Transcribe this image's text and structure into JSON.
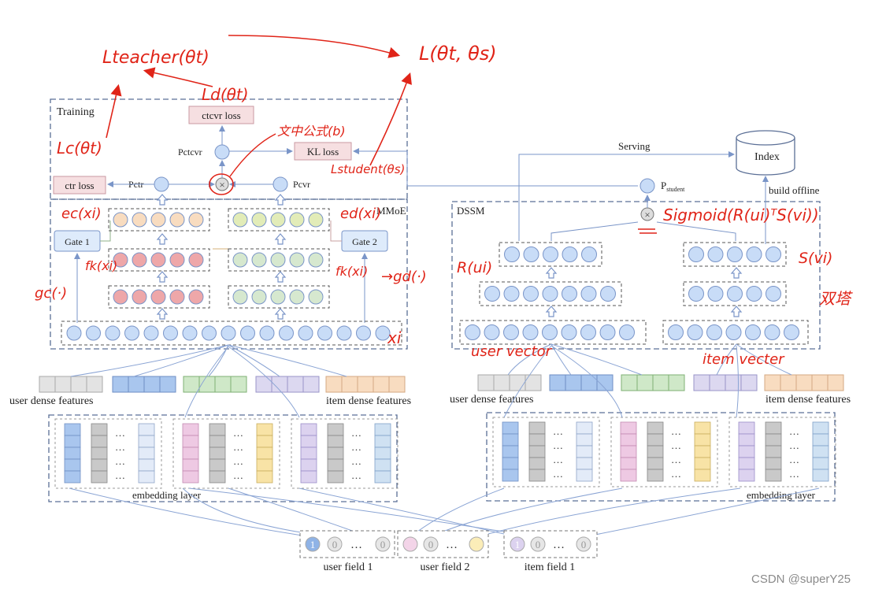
{
  "teacher": {
    "region_label": "Training",
    "mmoe_label": "MMoE",
    "ctcvr_loss": "ctcvr loss",
    "kl_loss": "KL loss",
    "ctr_loss": "ctr loss",
    "pctcvr": "Pctcvr",
    "pctr": "Pctr",
    "pcvr": "Pcvr",
    "gate1": "Gate 1",
    "gate2": "Gate 2",
    "user_dense": "user dense features",
    "item_dense": "item dense features",
    "embedding": "embedding layer"
  },
  "student": {
    "region_label": "DSSM",
    "serving": "Serving",
    "index": "Index",
    "build_offline": "build offline",
    "p_student_main": "P",
    "p_student_sub": "student",
    "user_dense": "user dense features",
    "item_dense": "item dense features",
    "embedding": "embedding layer"
  },
  "fields": [
    "user field 1",
    "user field 2",
    "item field 1"
  ],
  "field_digits": {
    "one": "1",
    "zero": "0",
    "dots": "…"
  },
  "annotations": {
    "teacher_loss": "Lteacher(θt)",
    "total_loss": "L(θt, θs)",
    "ld": "Ld(θt)",
    "lc": "Lc(θt)",
    "formula_b": "文中公式(b)",
    "lstudent": "Lstudent(θs)",
    "ec": "ec(xi)",
    "ed": "ed(xi)",
    "fk_left": "fk(xi)",
    "fk_right": "fk(xi)",
    "gc": "gc(·)",
    "gd": "→gd(·)",
    "xi": "xi",
    "r_ui": "R(ui)",
    "s_vi": "S(vi)",
    "sigmoid": "Sigmoid(R(ui)ᵀS(vi))",
    "twin_tower": "双塔",
    "user_vector": "user vector",
    "item_vector": "item vecter"
  },
  "watermark": "CSDN @superY25",
  "colors": {
    "box_blue": "#a9c6ee",
    "node_blue": "#c8dcf7",
    "loss_pink": "#f6dfe1",
    "orange": "#f8dcc0",
    "lime": "#e2ecb8",
    "red": "#eea7a9",
    "green": "#d6e8cf",
    "annotation_red": "#e02418",
    "dash_border": "#5b6f96"
  }
}
